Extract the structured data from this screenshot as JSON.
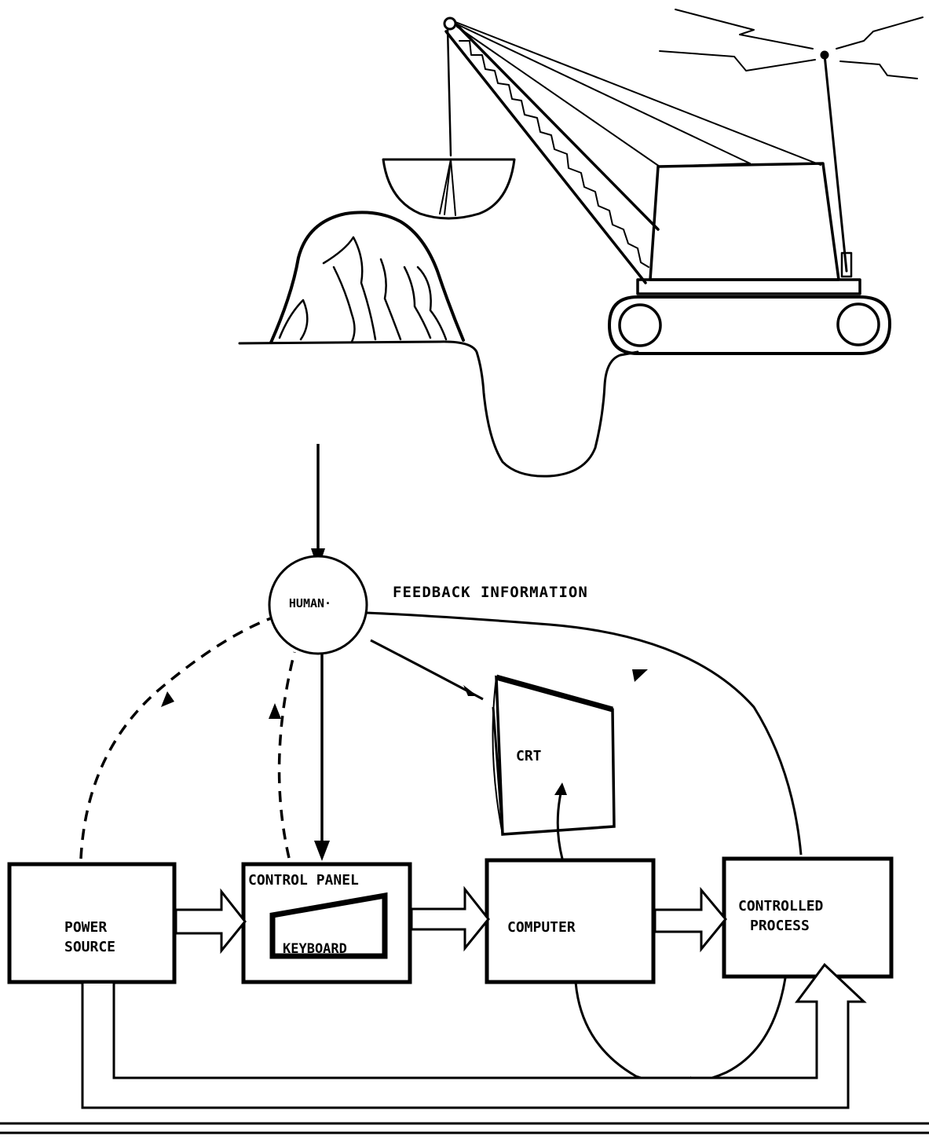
{
  "labels": {
    "human": "HUMAN·",
    "feedback": "FEEDBACK INFORMATION",
    "crt": "CRT",
    "power_source_line1": "POWER",
    "power_source_line2": "SOURCE",
    "control_panel": "CONTROL PANEL",
    "keyboard": "KEYBOARD",
    "computer": "COMPUTER",
    "controlled_process_line1": "CONTROLLED",
    "controlled_process_line2": "PROCESS"
  },
  "colors": {
    "ink": "#000000",
    "paper": "#ffffff"
  }
}
